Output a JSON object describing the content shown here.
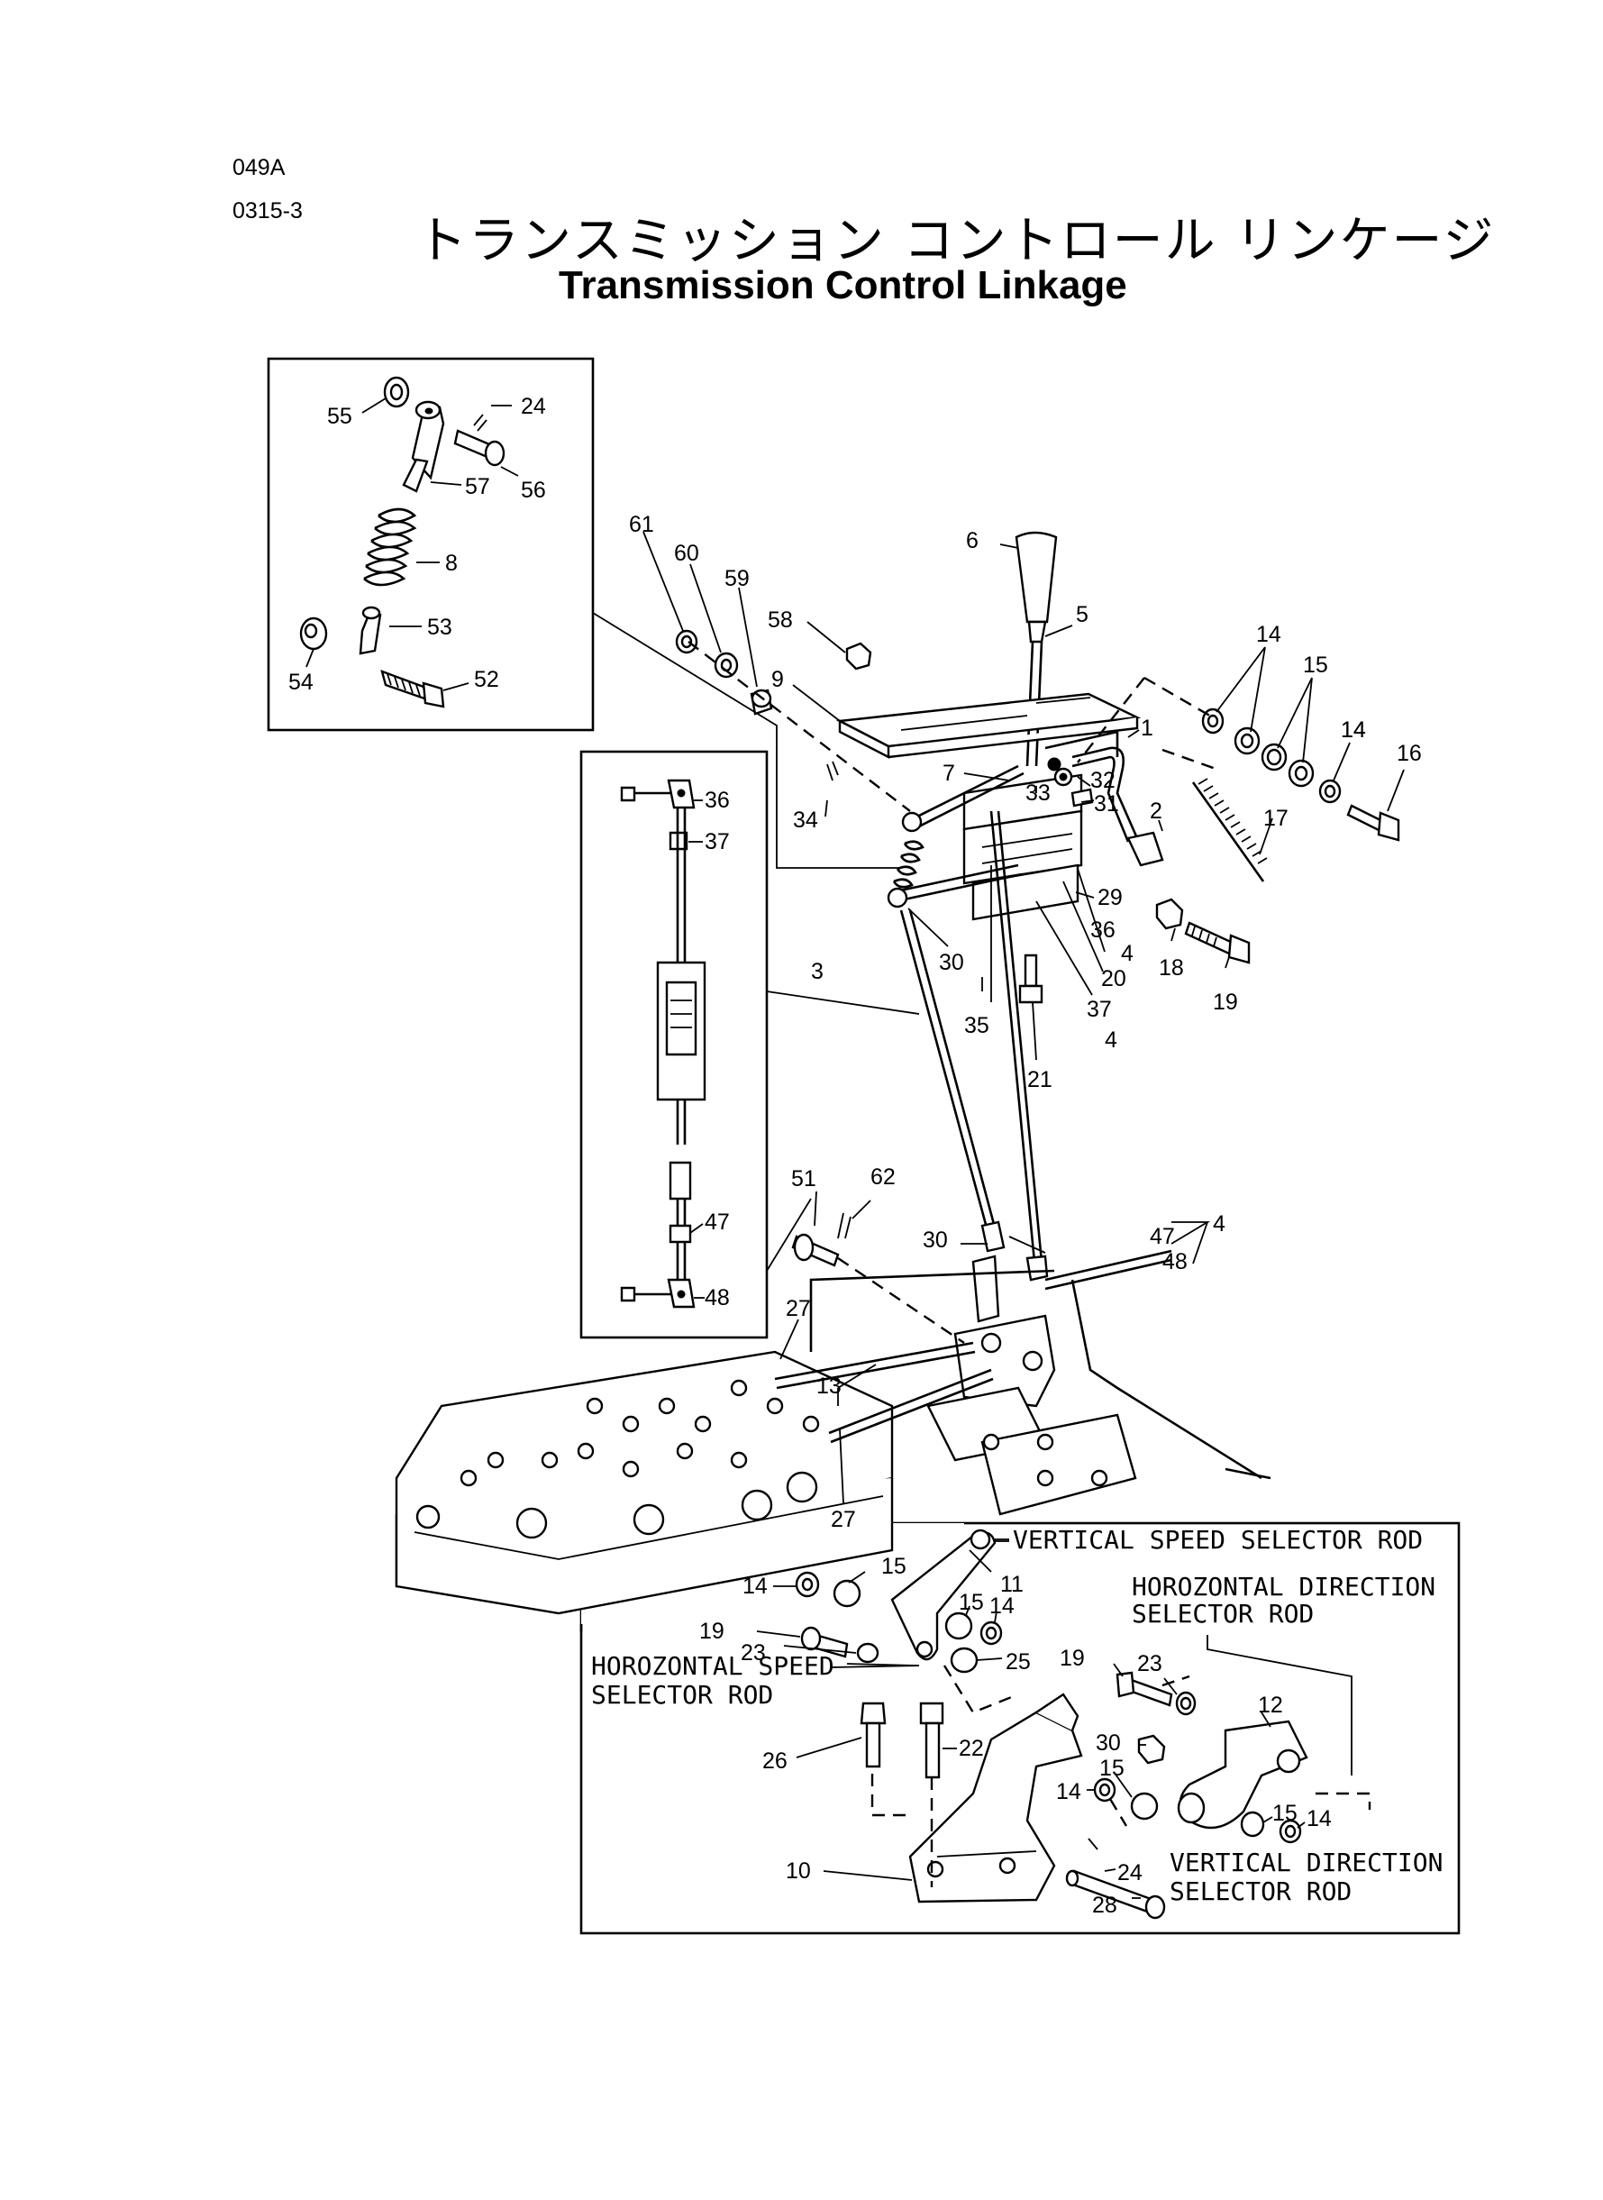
{
  "header": {
    "code_1": "049A",
    "code_2": "0315-3",
    "title_jp": "トランスミッション コントロール リンケージ",
    "title_en": "Transmission Control Linkage"
  },
  "callouts_top_inset": [
    "55",
    "24",
    "57",
    "56",
    "8",
    "53",
    "54",
    "52"
  ],
  "callouts_rod_inset": [
    "36",
    "37",
    "47",
    "48"
  ],
  "callouts_main": [
    "6",
    "5",
    "61",
    "60",
    "59",
    "58",
    "9",
    "7",
    "1",
    "32",
    "31",
    "33",
    "2",
    "14",
    "14",
    "15",
    "14",
    "16",
    "17",
    "34",
    "29",
    "36",
    "4",
    "18",
    "19",
    "30",
    "20",
    "37",
    "4",
    "35",
    "3",
    "21",
    "51",
    "62",
    "30",
    "47",
    "48",
    "4",
    "27",
    "13",
    "27"
  ],
  "callouts_bottom_inset": [
    "15",
    "11",
    "14",
    "15",
    "14",
    "19",
    "23",
    "25",
    "26",
    "22",
    "19",
    "23",
    "12",
    "30",
    "15",
    "14",
    "15",
    "14",
    "10",
    "24",
    "28"
  ],
  "annotations": {
    "vertical_speed": "VERTICAL SPEED SELECTOR ROD",
    "horizontal_direction_1": "HOROZONTAL DIRECTION",
    "horizontal_direction_2": "SELECTOR ROD",
    "horizontal_speed_1": "HOROZONTAL SPEED",
    "horizontal_speed_2": "SELECTOR ROD",
    "vertical_direction_1": "VERTICAL DIRECTION",
    "vertical_direction_2": "SELECTOR ROD"
  }
}
